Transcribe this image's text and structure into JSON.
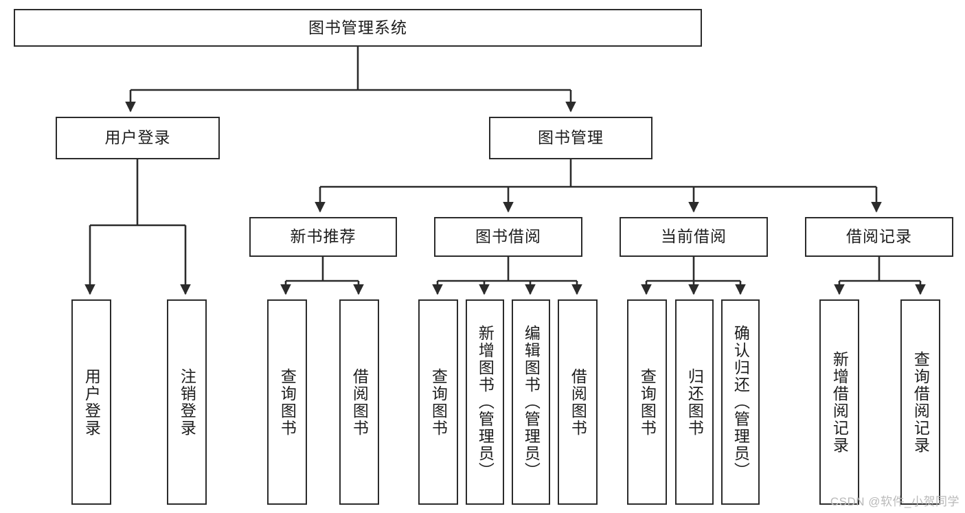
{
  "diagram": {
    "title": "图书管理系统",
    "type": "tree-hierarchy",
    "watermark": "CSDN @软件_小贺同学",
    "colors": {
      "border": "#2b2b2b",
      "text": "#1d1d1d",
      "background": "#ffffff",
      "edge": "#2b2b2b",
      "watermark": "#b9b9b9"
    },
    "nodes": {
      "root": {
        "label": "图书管理系统",
        "orientation": "horizontal"
      },
      "l2": [
        {
          "id": "user-login",
          "label": "用户登录",
          "orientation": "horizontal"
        },
        {
          "id": "book-manage",
          "label": "图书管理",
          "orientation": "horizontal"
        }
      ],
      "l3": [
        {
          "id": "new-book-rec",
          "label": "新书推荐",
          "orientation": "horizontal"
        },
        {
          "id": "book-borrow",
          "label": "图书借阅",
          "orientation": "horizontal"
        },
        {
          "id": "current-borrow",
          "label": "当前借阅",
          "orientation": "horizontal"
        },
        {
          "id": "borrow-record",
          "label": "借阅记录",
          "orientation": "horizontal"
        }
      ],
      "leaves": [
        {
          "id": "leaf-user-login",
          "label": "用户登录",
          "orientation": "vertical",
          "parent": "user-login"
        },
        {
          "id": "leaf-user-logout",
          "label": "注销登录",
          "orientation": "vertical",
          "parent": "user-login"
        },
        {
          "id": "leaf-query-book-1",
          "label": "查询图书",
          "orientation": "vertical",
          "parent": "new-book-rec"
        },
        {
          "id": "leaf-borrow-book-1",
          "label": "借阅图书",
          "orientation": "vertical",
          "parent": "new-book-rec"
        },
        {
          "id": "leaf-query-book-2",
          "label": "查询图书",
          "orientation": "vertical",
          "parent": "book-borrow"
        },
        {
          "id": "leaf-add-book",
          "label": "新增图书（管理员）",
          "orientation": "vertical",
          "parent": "book-borrow"
        },
        {
          "id": "leaf-edit-book",
          "label": "编辑图书（管理员）",
          "orientation": "vertical",
          "parent": "book-borrow"
        },
        {
          "id": "leaf-borrow-book-2",
          "label": "借阅图书",
          "orientation": "vertical",
          "parent": "book-borrow"
        },
        {
          "id": "leaf-query-book-3",
          "label": "查询图书",
          "orientation": "vertical",
          "parent": "current-borrow"
        },
        {
          "id": "leaf-return-book",
          "label": "归还图书",
          "orientation": "vertical",
          "parent": "current-borrow"
        },
        {
          "id": "leaf-confirm-return",
          "label": "确认归还（管理员）",
          "orientation": "vertical",
          "parent": "current-borrow"
        },
        {
          "id": "leaf-add-record",
          "label": "新增借阅记录",
          "orientation": "vertical",
          "parent": "borrow-record"
        },
        {
          "id": "leaf-query-record",
          "label": "查询借阅记录",
          "orientation": "vertical",
          "parent": "borrow-record"
        }
      ]
    }
  }
}
